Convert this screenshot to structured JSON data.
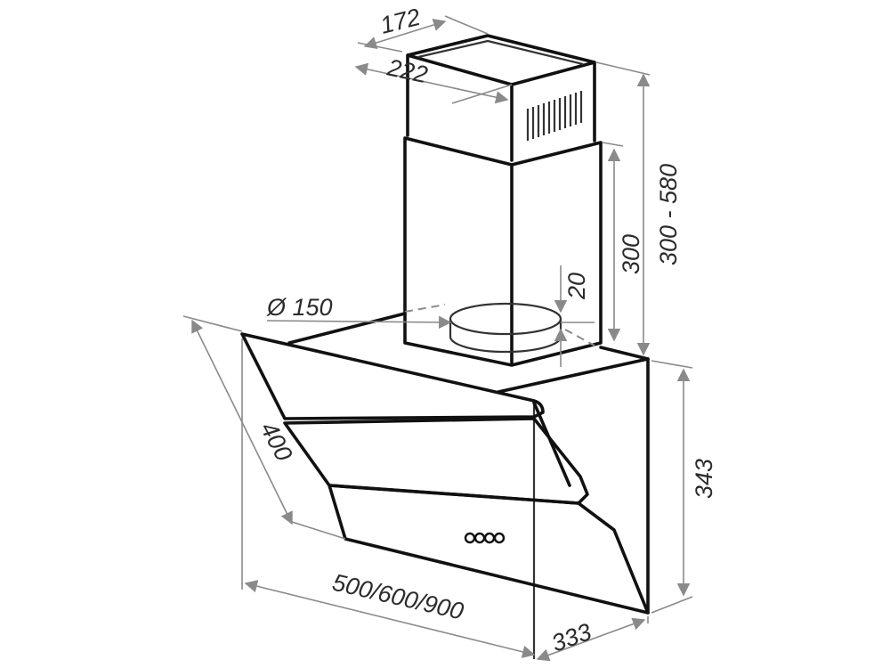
{
  "dimensions": {
    "chimney_depth": "172",
    "chimney_width": "222",
    "chimney_height_range": "300 - 580",
    "chimney_lower_height": "300",
    "duct_offset": "20",
    "duct_diameter": "Ø 150",
    "hood_depth": "400",
    "body_height": "343",
    "hood_width": "500/600/900",
    "body_depth": "333"
  },
  "colors": {
    "outline": "#111111",
    "dimension": "#8a8a8a",
    "text": "#2b2b2b"
  }
}
